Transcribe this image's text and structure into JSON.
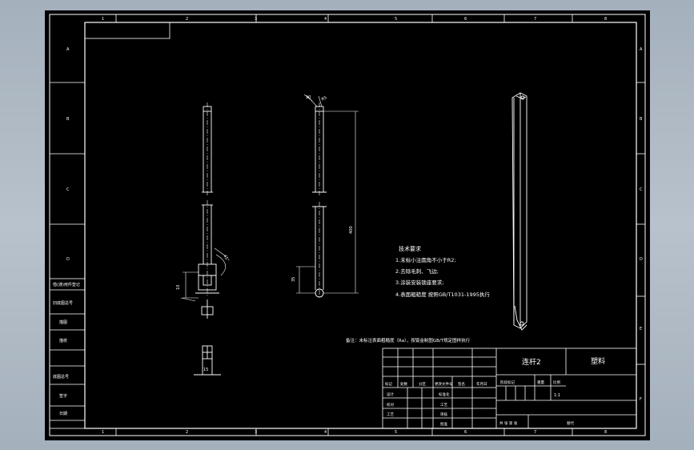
{
  "frame": {
    "col_numbers_top": [
      "1",
      "2",
      "3",
      "4",
      "5",
      "6",
      "7",
      "8"
    ],
    "col_numbers_bottom": [
      "1",
      "2",
      "3",
      "4",
      "5",
      "6",
      "7",
      "8"
    ],
    "row_letters_left": [
      "A",
      "B",
      "C",
      "D"
    ],
    "row_letters_right": [
      "A",
      "B",
      "C",
      "D",
      "E",
      "F"
    ]
  },
  "side_table": {
    "labels": [
      "借(通)用件登记",
      "旧底图总号",
      "底图总号",
      "签字",
      "日期"
    ],
    "extra_labels": [
      "描图",
      "描校"
    ]
  },
  "dimensions": {
    "length": "400",
    "width_left": "10",
    "width_right": "35",
    "bottom_width": "15",
    "chamfer": "R5",
    "top_note_a": "10",
    "top_note_b": "8",
    "angle": "45°"
  },
  "notes": {
    "title": "技术要求",
    "items": [
      "1.未标小注圆角不小于R2;",
      "2.去除毛刺、飞边;",
      "3.涂装安装锁座要求;",
      "4.表面粗糙度 按照GB/T1031-1995执行"
    ],
    "footer": "备注：未标注表面粗糙度（Ra），按钣金制图GB/T规定图样执行"
  },
  "title_block": {
    "part_name": "连杆2",
    "material": "塑料",
    "header_labels": [
      "标记",
      "处数",
      "分区",
      "更改文件号",
      "签名",
      "年月日"
    ],
    "row_labels": [
      "设计",
      "校对",
      "工艺"
    ],
    "mid_labels": [
      "标准化",
      "工艺",
      "审核",
      "批准"
    ],
    "stage_labels": [
      "阶段标记",
      "重量",
      "比例"
    ],
    "scale": "1:1",
    "bottom_left": "共  张  第  张",
    "bottom_right": "替代"
  }
}
